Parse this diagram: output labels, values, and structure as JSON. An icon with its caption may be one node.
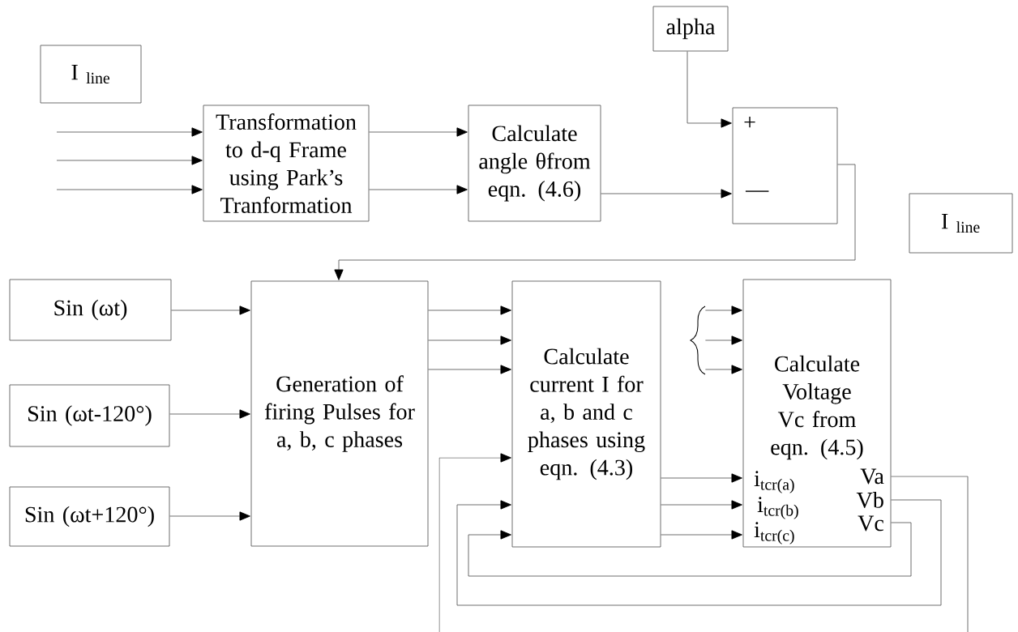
{
  "diagram": {
    "nodes": [
      {
        "text": [
          "I $_{line}$"
        ]
      },
      {
        "text": [
          "Transformation to d-q Frame using Park’s Tranformation"
        ]
      },
      {
        "text": [
          "Calculate angle θfrom eqn. (4.6)"
        ]
      },
      {
        "text": [
          "alpha"
        ]
      },
      {
        "text": [
          "+",
          "—"
        ]
      },
      {
        "text": [
          "I $_{line}$"
        ]
      },
      {
        "text": [
          "Sin (ωt)"
        ]
      },
      {
        "text": [
          "Sin (ωt-120°)"
        ]
      },
      {
        "text": [
          "Sin (ωt+120°)"
        ]
      },
      {
        "text": [
          "Generation of firing Pulses for a, b, c phases"
        ]
      },
      {
        "text": [
          "Calculate current I for a, b and c phases using eqn. (4.3)"
        ]
      },
      {
        "text": [
          "Calculate Voltage Vc from eqn. (4.5)",
          "i$_{tcr(a)}$",
          "i$_{tcr(b)}$",
          "i$_{tcr(c)}$",
          "Va",
          "Vb",
          "Vc"
        ]
      },
      {
        "text": [],
        "shape": "brace"
      }
    ],
    "edges": [
      {
        "from": null,
        "to": 1,
        "arrow": "to"
      },
      {
        "from": null,
        "to": 1,
        "arrow": "to"
      },
      {
        "from": null,
        "to": 1,
        "arrow": "to"
      },
      {
        "from": 1,
        "to": 2,
        "arrow": "to"
      },
      {
        "from": 1,
        "to": 2,
        "arrow": "to"
      },
      {
        "from": 3,
        "to": 4,
        "arrow": "to"
      },
      {
        "from": 2,
        "to": 4,
        "arrow": "to"
      },
      {
        "from": 4,
        "to": 9,
        "arrow": "to"
      },
      {
        "from": 6,
        "to": 9,
        "arrow": "to"
      },
      {
        "from": 7,
        "to": 9,
        "arrow": "to"
      },
      {
        "from": 8,
        "to": 9,
        "arrow": "to"
      },
      {
        "from": 9,
        "to": 10,
        "arrow": "to"
      },
      {
        "from": 9,
        "to": 10,
        "arrow": "to"
      },
      {
        "from": 9,
        "to": 10,
        "arrow": "to"
      },
      {
        "from": 12,
        "to": 11,
        "arrow": "to"
      },
      {
        "from": 12,
        "to": 11,
        "arrow": "to"
      },
      {
        "from": 12,
        "to": 11,
        "arrow": "to"
      },
      {
        "from": null,
        "to": 10,
        "arrow": "to"
      },
      {
        "from": 10,
        "to": 11,
        "arrow": "to"
      },
      {
        "from": 10,
        "to": 11,
        "arrow": "to"
      },
      {
        "from": 10,
        "to": 11,
        "arrow": "to"
      },
      {
        "from": 11,
        "to": null,
        "arrow": "none"
      },
      {
        "from": 11,
        "to": 10,
        "arrow": "to"
      },
      {
        "from": 11,
        "to": 10,
        "arrow": "to"
      }
    ]
  }
}
